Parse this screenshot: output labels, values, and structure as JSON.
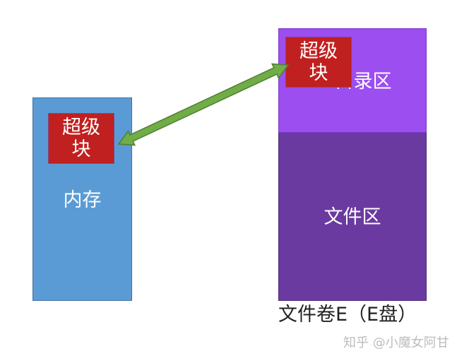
{
  "memory": {
    "label": "内存",
    "superblock_line1": "超级",
    "superblock_line2": "块"
  },
  "volume": {
    "directory_area_label": "目录区",
    "file_area_label": "文件区",
    "superblock_line1": "超级",
    "superblock_line2": "块",
    "caption": "文件卷E（E盘）"
  },
  "watermark": "知乎 @小魔女阿甘",
  "colors": {
    "memory_fill": "#5b9bd5",
    "directory_area_fill": "#9c4ef0",
    "file_area_fill": "#6a3aa0",
    "superblock_fill": "#c0201f",
    "arrow_fill": "#70ad47"
  },
  "connectors": [
    {
      "type": "double-arrow",
      "from": "memory-superblock",
      "to": "disk-superblock"
    }
  ]
}
